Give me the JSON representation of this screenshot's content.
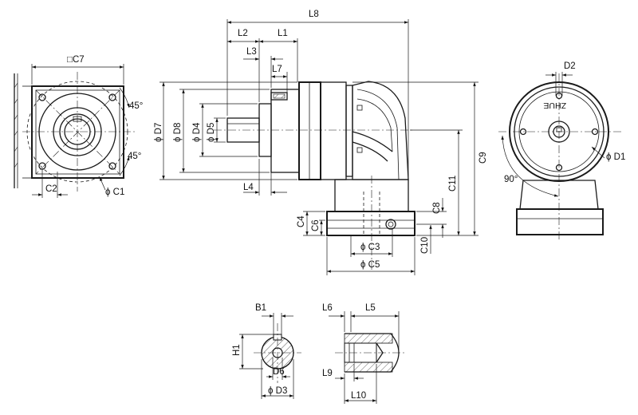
{
  "labels": {
    "L8": "L8",
    "L2": "L2",
    "L1": "L1",
    "L3": "L3",
    "L7": "L7",
    "L4": "L4",
    "D7": "ϕ D7",
    "D8": "ϕ D8",
    "D4": "ϕ D4",
    "D5": "ϕ D5",
    "C9": "C9",
    "C11": "C11",
    "C4": "C4",
    "C6": "C6",
    "C8": "C8",
    "C10": "C10",
    "C3": "ϕ C3",
    "C5": "ϕ C5",
    "C7": "□C7",
    "C2": "C2",
    "C1": "ϕ C1",
    "angle45a": "45°",
    "angle45b": "45°",
    "D2": "D2",
    "D1": "ϕ D1",
    "angle90": "90°",
    "B1": "B1",
    "H1": "H1",
    "D6": "D6",
    "D3": "ϕ D3",
    "L6": "L6",
    "L5": "L5",
    "L9": "L9",
    "L10": "L10",
    "plate": "ZHUE"
  }
}
